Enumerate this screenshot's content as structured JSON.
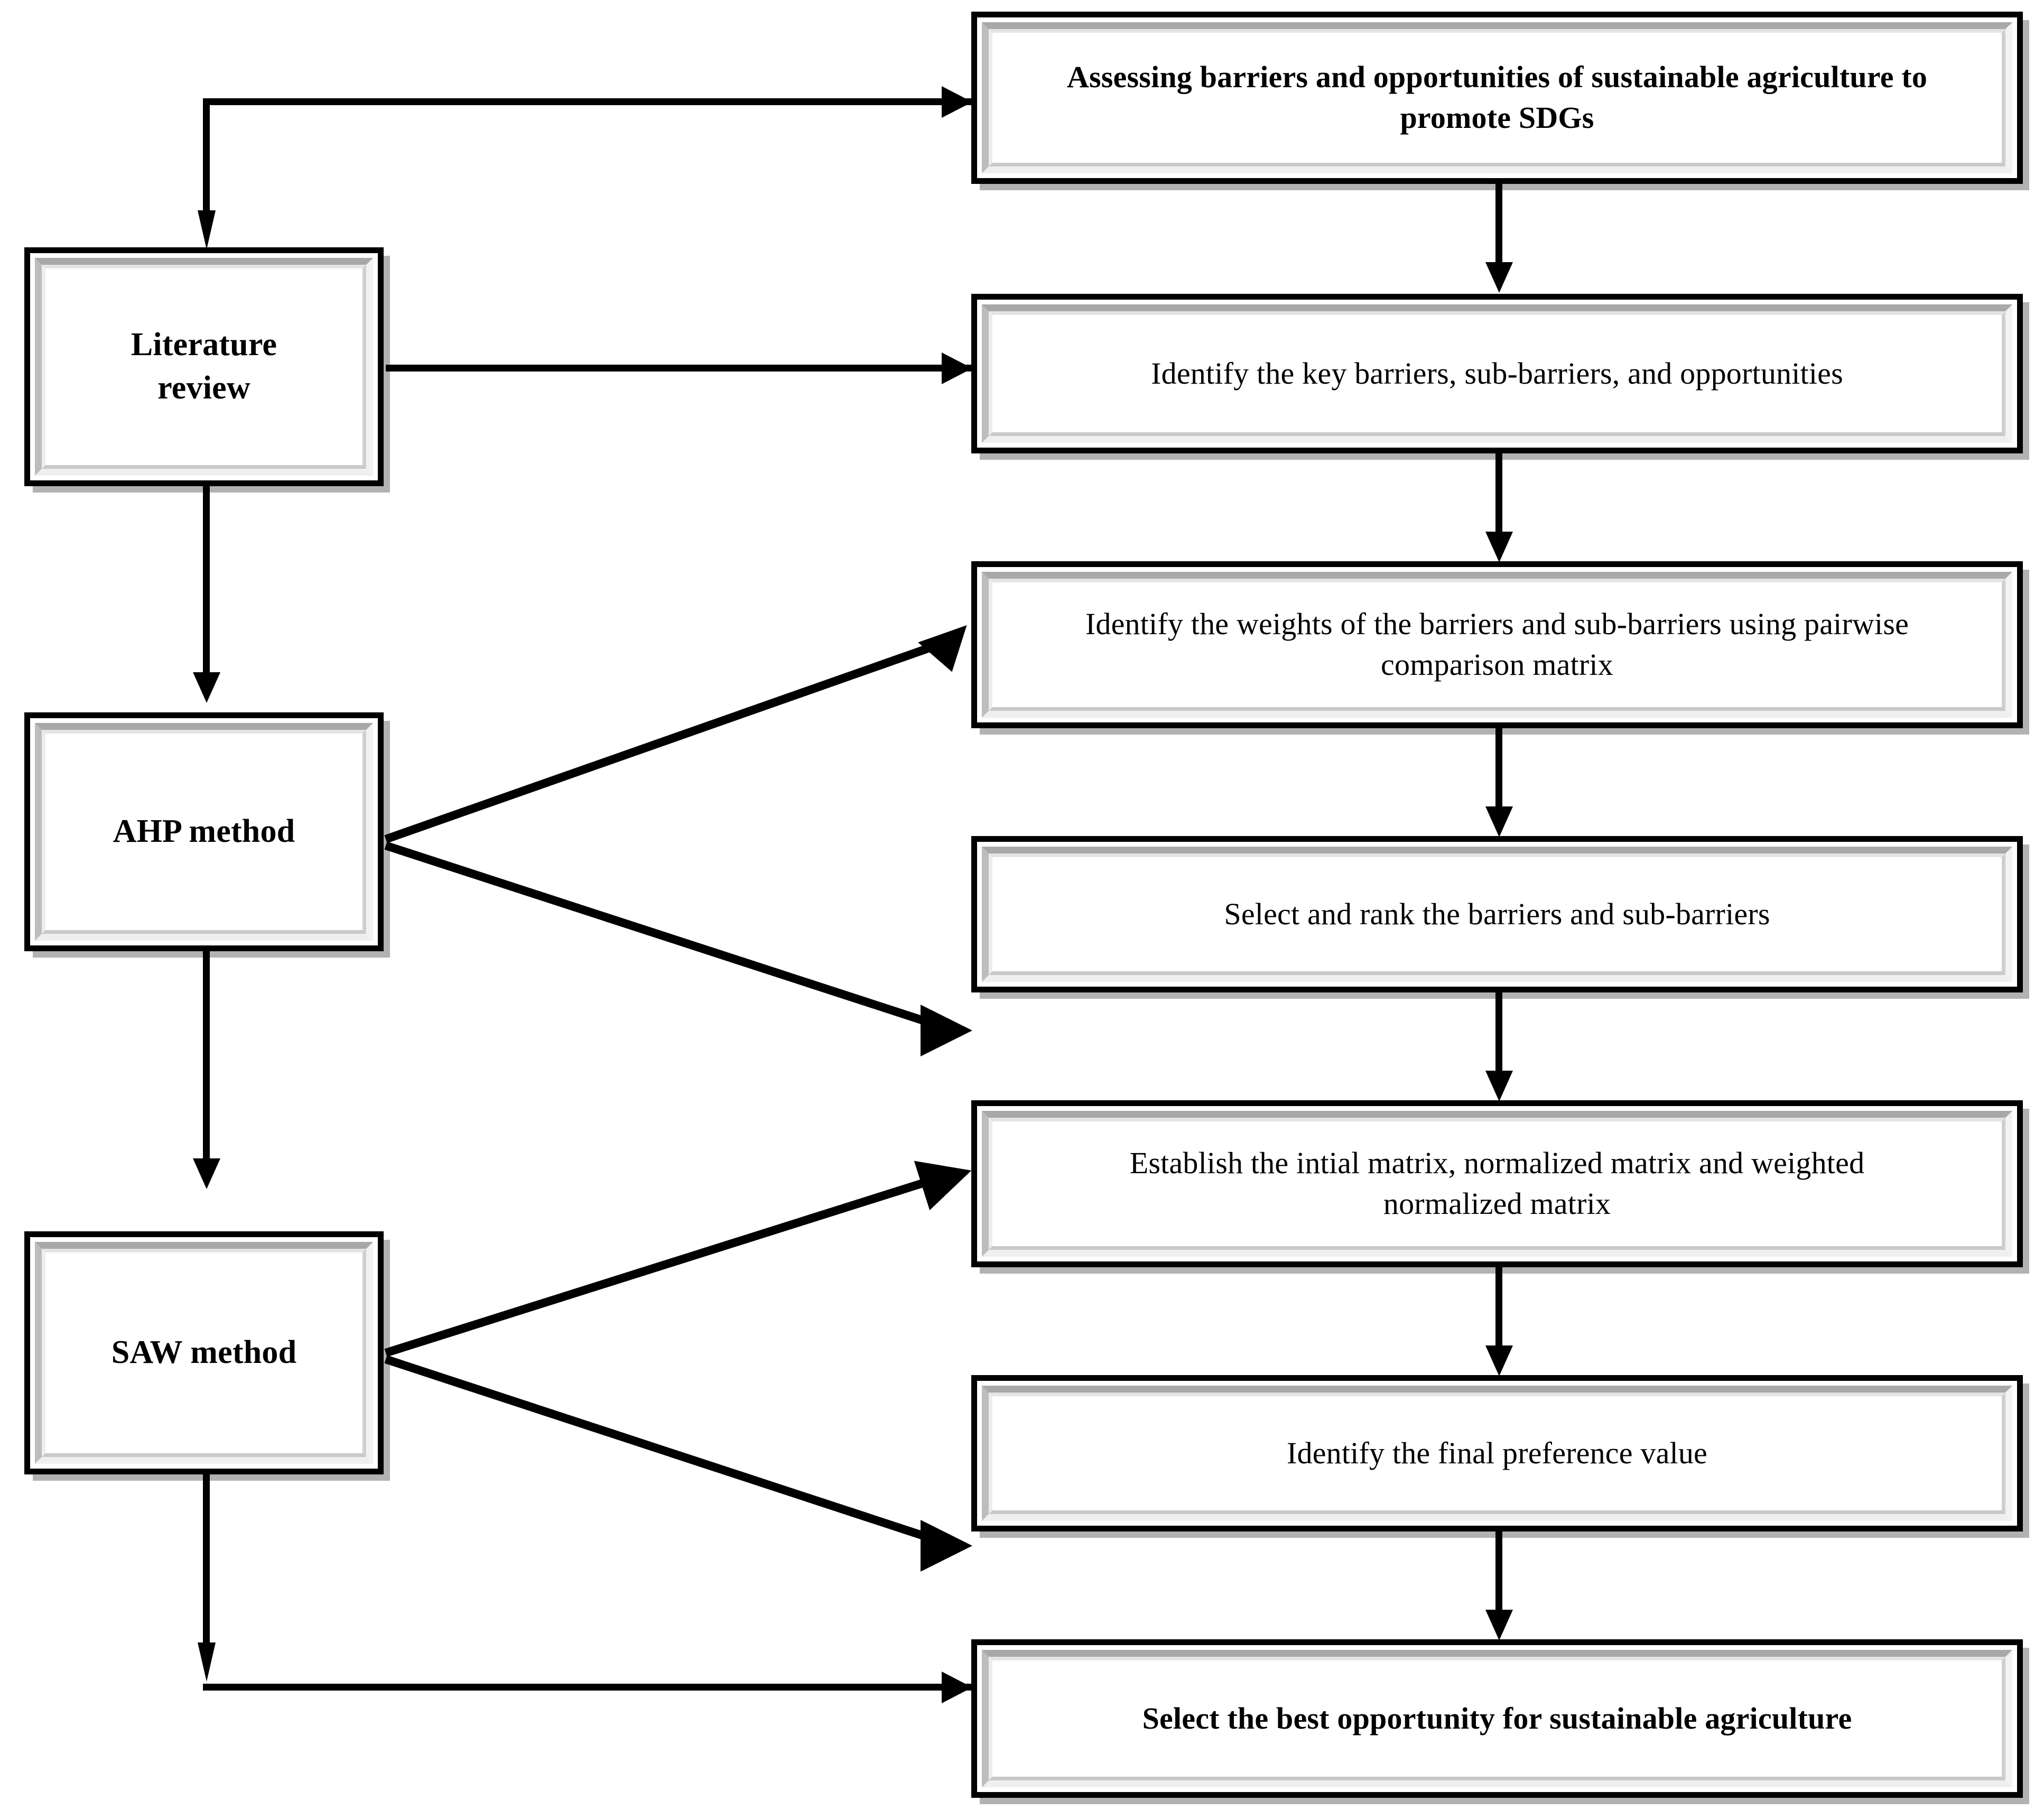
{
  "diagram": {
    "title": "Research framework flowchart",
    "accent_color": "#000000",
    "background_color": "#ffffff",
    "left_column": {
      "nodes": [
        {
          "id": "literature-review",
          "label": "Literature\nreview",
          "bold": true
        },
        {
          "id": "ahp-method",
          "label": "AHP method",
          "bold": true
        },
        {
          "id": "saw-method",
          "label": "SAW method",
          "bold": true
        }
      ]
    },
    "right_column": {
      "nodes": [
        {
          "id": "objective",
          "label": "Assessing barriers and opportunities of sustainable agriculture to promote SDGs",
          "bold": true
        },
        {
          "id": "identify-barriers",
          "label": "Identify the key barriers, sub-barriers, and opportunities",
          "bold": false
        },
        {
          "id": "identify-weights",
          "label": "Identify the weights of the barriers and sub-barriers using pairwise comparison matrix",
          "bold": false
        },
        {
          "id": "select-rank",
          "label": "Select and rank the barriers and sub-barriers",
          "bold": false
        },
        {
          "id": "establish-matrix",
          "label": "Establish the intial matrix, normalized matrix and weighted normalized matrix",
          "bold": false
        },
        {
          "id": "final-preference",
          "label": "Identify the final preference value",
          "bold": false
        },
        {
          "id": "best-opportunity",
          "label": "Select the best opportunity for sustainable agriculture",
          "bold": true
        }
      ]
    },
    "connectors": [
      {
        "id": "objective-to-identify-barriers",
        "type": "vertical-arrow"
      },
      {
        "id": "identify-barriers-to-identify-weights",
        "type": "vertical-arrow"
      },
      {
        "id": "identify-weights-to-select-rank",
        "type": "vertical-arrow"
      },
      {
        "id": "select-rank-to-establish-matrix",
        "type": "vertical-arrow"
      },
      {
        "id": "establish-matrix-to-final-preference",
        "type": "vertical-arrow"
      },
      {
        "id": "final-preference-to-best-opportunity",
        "type": "vertical-arrow"
      },
      {
        "id": "start-to-objective",
        "type": "elbow-arrow"
      },
      {
        "id": "start-to-literature-review",
        "type": "vertical-arrow"
      },
      {
        "id": "literature-review-to-identify-barriers",
        "type": "horizontal-arrow"
      },
      {
        "id": "literature-review-to-ahp-method",
        "type": "vertical-arrow"
      },
      {
        "id": "ahp-method-to-identify-weights",
        "type": "diagonal-arrow"
      },
      {
        "id": "ahp-method-to-select-rank",
        "type": "diagonal-arrow"
      },
      {
        "id": "ahp-method-to-saw-method",
        "type": "vertical-arrow"
      },
      {
        "id": "saw-method-to-establish-matrix",
        "type": "diagonal-arrow"
      },
      {
        "id": "saw-method-to-final-preference",
        "type": "diagonal-arrow"
      },
      {
        "id": "saw-method-to-best-opportunity",
        "type": "elbow-arrow"
      }
    ]
  }
}
